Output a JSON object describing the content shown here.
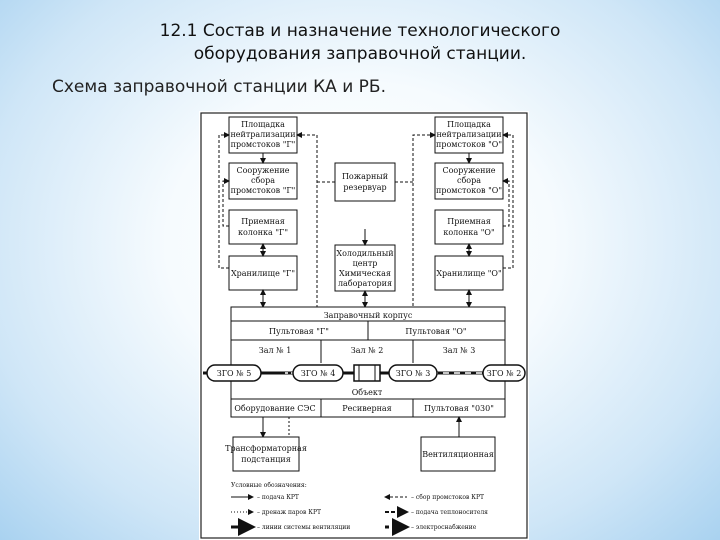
{
  "header": {
    "title_line1": "12.1 Состав и назначение технологического",
    "title_line2": "оборудования заправочной станции.",
    "subtitle": "Схема заправочной станции КА и РБ."
  },
  "diagram": {
    "left_column": {
      "neutralization": [
        "Площадка",
        "нейтрализации",
        "промстоков \"Г\""
      ],
      "collection": [
        "Сооружение",
        "сбора",
        "промстоков \"Г\""
      ],
      "receiving": [
        "Приемная",
        "колонка \"Г\""
      ],
      "storage": "Хранилище \"Г\""
    },
    "right_column": {
      "neutralization": [
        "Площадка",
        "нейтрализации",
        "промстоков \"О\""
      ],
      "collection": [
        "Сооружение",
        "сбора",
        "промстоков \"О\""
      ],
      "receiving": [
        "Приемная",
        "колонка \"О\""
      ],
      "storage": "Хранилище \"О\""
    },
    "center": {
      "fire_reservoir": [
        "Пожарный",
        "резервуар"
      ],
      "cold_center": [
        "Холодильный",
        "центр",
        "Химическая",
        "лаборатория"
      ]
    },
    "building": {
      "title": "Заправочный корпус",
      "control_g": "Пультовая \"Г\"",
      "control_o": "Пультовая \"О\"",
      "hall1": "Зал № 1",
      "hall2": "Зал № 2",
      "hall3": "Зал № 3",
      "object": "Объект",
      "zgo5": "ЗГО № 5",
      "zgo4": "ЗГО № 4",
      "zgo3": "ЗГО № 3",
      "zgo2": "ЗГО № 2",
      "ses": "Оборудование СЭС",
      "receiver": "Ресиверная",
      "control_030": "Пультовая \"030\""
    },
    "transformer": [
      "Трансформаторная",
      "подстанция"
    ],
    "ventilation": "Вентиляционная",
    "legend": {
      "title": "Условные обозначения:",
      "items": [
        "– подача КРТ",
        "– сбор промстоков КРТ",
        "– дренаж паров КРТ",
        "– подача теплоносителя",
        "– линии системы вентиляции",
        "– электроснабжение"
      ]
    }
  }
}
